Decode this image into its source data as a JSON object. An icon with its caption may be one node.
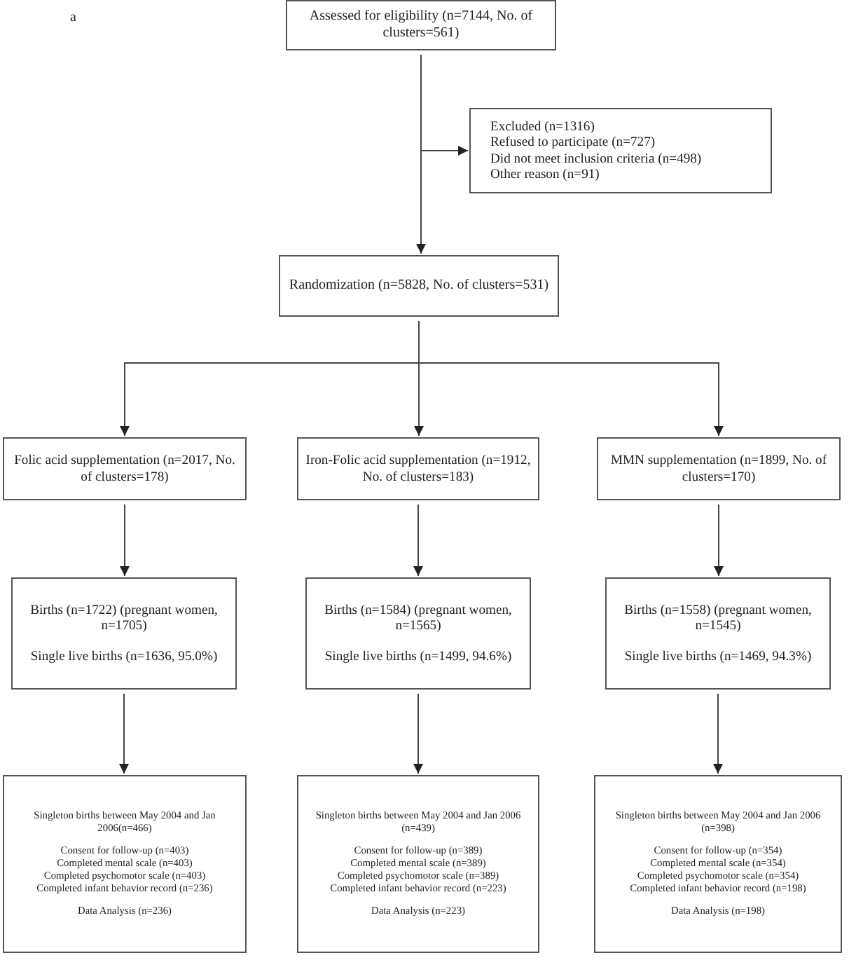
{
  "diagram": {
    "nodes": [
      {
        "text": [
          "Assessed for eligibility (n=7144, No. of clusters=561)"
        ]
      },
      {
        "text": [
          "Excluded (n=1316)",
          "Refused to participate (n=727)",
          "Did not meet inclusion criteria (n=498)",
          "Other reason (n=91)"
        ]
      },
      {
        "text": [
          "Randomization (n=5828, No. of clusters=531)"
        ]
      },
      {
        "text": [
          "Folic acid supplementation (n=2017, No. of clusters=178)"
        ]
      },
      {
        "text": [
          "Iron-Folic acid supplementation (n=1912, No. of clusters=183)"
        ]
      },
      {
        "text": [
          "MMN supplementation (n=1899, No. of clusters=170)"
        ]
      },
      {
        "text": [
          "Births (n=1722) (pregnant women, n=1705)",
          "Single live births (n=1636, 95.0%)"
        ]
      },
      {
        "text": [
          "Births (n=1584) (pregnant women, n=1565)",
          "Single live births (n=1499, 94.6%)"
        ]
      },
      {
        "text": [
          "Births (n=1558) (pregnant women, n=1545)",
          "Single live births (n=1469, 94.3%)"
        ]
      },
      {
        "text": [
          "Singleton births between May 2004 and Jan 2006(n=466)",
          "Consent for follow-up (n=403)",
          "Completed mental scale (n=403)",
          "Completed psychomotor scale (n=403)",
          "Completed infant behavior record (n=236)",
          "Data Analysis (n=236)"
        ]
      },
      {
        "text": [
          "Singleton births between May 2004 and Jan 2006 (n=439)",
          "Consent for follow-up (n=389)",
          "Completed mental scale (n=389)",
          "Completed psychomotor scale (n=389)",
          "Completed infant behavior record (n=223)",
          "Data Analysis (n=223)"
        ]
      },
      {
        "text": [
          "Singleton births between May 2004 and Jan 2006 (n=398)",
          "Consent for follow-up (n=354)",
          "Completed mental scale (n=354)",
          "Completed psychomotor scale (n=354)",
          "Completed infant behavior record (n=198)",
          "Data Analysis (n=198)"
        ]
      }
    ],
    "edges": [
      {
        "from": 0,
        "to": 2,
        "arrow": "to"
      },
      {
        "from": 0,
        "to": 1,
        "arrow": "to"
      },
      {
        "from": 2,
        "to": 3,
        "arrow": "to"
      },
      {
        "from": 2,
        "to": 4,
        "arrow": "to"
      },
      {
        "from": 2,
        "to": 5,
        "arrow": "to"
      },
      {
        "from": 3,
        "to": 6,
        "arrow": "to"
      },
      {
        "from": 4,
        "to": 7,
        "arrow": "to"
      },
      {
        "from": 5,
        "to": 8,
        "arrow": "to"
      },
      {
        "from": 6,
        "to": 9,
        "arrow": "to"
      },
      {
        "from": 7,
        "to": 10,
        "arrow": "to"
      },
      {
        "from": 8,
        "to": 11,
        "arrow": "to"
      }
    ],
    "labels": [
      "a"
    ]
  }
}
